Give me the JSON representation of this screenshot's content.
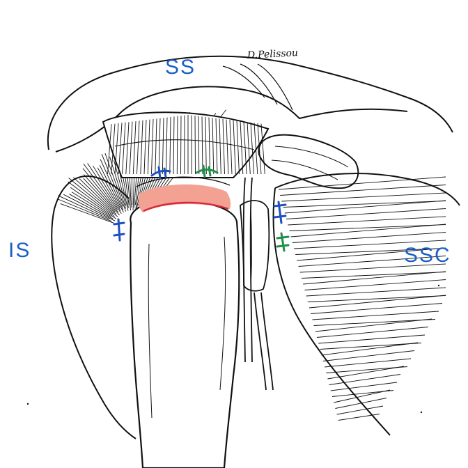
{
  "labels": {
    "supraspinatus": "SS",
    "infraspinatus": "IS",
    "subscapularis": "SSC"
  },
  "signature": "D.Pelissou",
  "colors": {
    "label": "#1a5fc8",
    "ink": "#111111",
    "cartilage_fill": "#f2a193",
    "cartilage_edge": "#d8283a",
    "mark_blue": "#1f4fc0",
    "mark_green": "#1f8f4a",
    "background": "#ffffff"
  }
}
